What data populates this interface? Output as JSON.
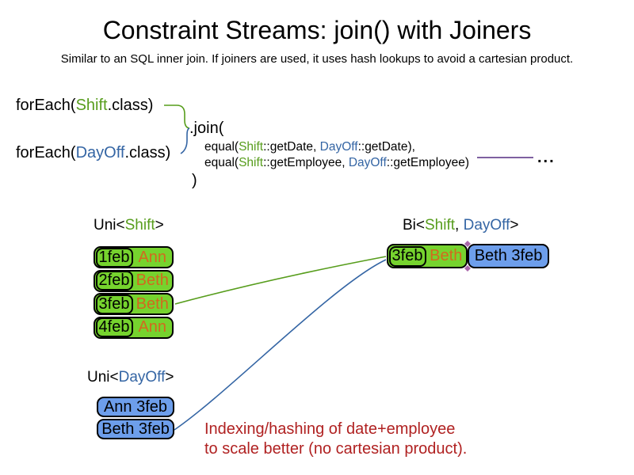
{
  "title": "Constraint Streams: join() with Joiners",
  "subtitle": "Similar to an SQL inner join. If joiners are used, it uses hash lookups to avoid a cartesian product.",
  "colors": {
    "class_green": "#579d1c",
    "class_blue": "#3465a4",
    "cell_green": "#76d32e",
    "cell_blue": "#6d9eeb",
    "name_orange": "#d2691e",
    "note_red": "#b02121",
    "joiner_purple": "#7e60a0"
  },
  "code": {
    "foreach_shift": {
      "prefix": "forEach(",
      "class_name": "Shift",
      "suffix": ".class)"
    },
    "foreach_dayoff": {
      "prefix": "forEach(",
      "class_name": "DayOff",
      "suffix": ".class)"
    },
    "join_open": ".join(",
    "equal_line1": {
      "prefix": "equal(",
      "left_class": "Shift",
      "left_rest": "::getDate, ",
      "right_class": "DayOff",
      "right_rest": "::getDate),"
    },
    "equal_line2": {
      "prefix": "equal(",
      "left_class": "Shift",
      "left_rest": "::getEmployee, ",
      "right_class": "DayOff",
      "right_rest": "::getEmployee)"
    },
    "join_close": ")",
    "ellipsis": "..."
  },
  "uni_shift": {
    "label": {
      "pre": "Uni<",
      "type": "Shift",
      "post": ">"
    },
    "rows": [
      {
        "date": "1feb",
        "name": "Ann"
      },
      {
        "date": "2feb",
        "name": "Beth"
      },
      {
        "date": "3feb",
        "name": "Beth"
      },
      {
        "date": "4feb",
        "name": "Ann"
      }
    ]
  },
  "bi": {
    "label": {
      "pre": "Bi<",
      "type1": "Shift",
      "sep": ", ",
      "type2": "DayOff",
      "post": ">"
    },
    "row": {
      "date": "3feb",
      "name": "Beth",
      "dayoff": "Beth 3feb"
    }
  },
  "uni_dayoff": {
    "label": {
      "pre": "Uni<",
      "type": "DayOff",
      "post": ">"
    },
    "rows": [
      "Ann 3feb",
      "Beth 3feb"
    ]
  },
  "note": {
    "line1": "Indexing/hashing of date+employee",
    "line2": "to scale better (no cartesian product)."
  }
}
